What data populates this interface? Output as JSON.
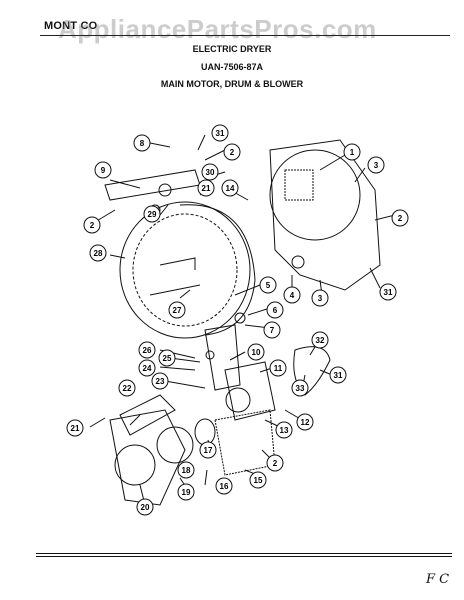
{
  "header": {
    "title_fragment": "MONT CO",
    "subtitle_line1": "ELECTRIC DRYER",
    "subtitle_line2": "UAN-7506-87A",
    "subtitle_line3": "MAIN MOTOR, DRUM & BLOWER"
  },
  "watermark": "AppliancePartsPros.com",
  "footer_note": "F C",
  "callouts": [
    "1",
    "2",
    "3",
    "4",
    "5",
    "6",
    "7",
    "8",
    "9",
    "10",
    "11",
    "12",
    "13",
    "14",
    "15",
    "16",
    "17",
    "18",
    "19",
    "20",
    "21",
    "22",
    "23",
    "24",
    "25",
    "26",
    "27",
    "28",
    "29",
    "30",
    "31",
    "32",
    "33"
  ]
}
